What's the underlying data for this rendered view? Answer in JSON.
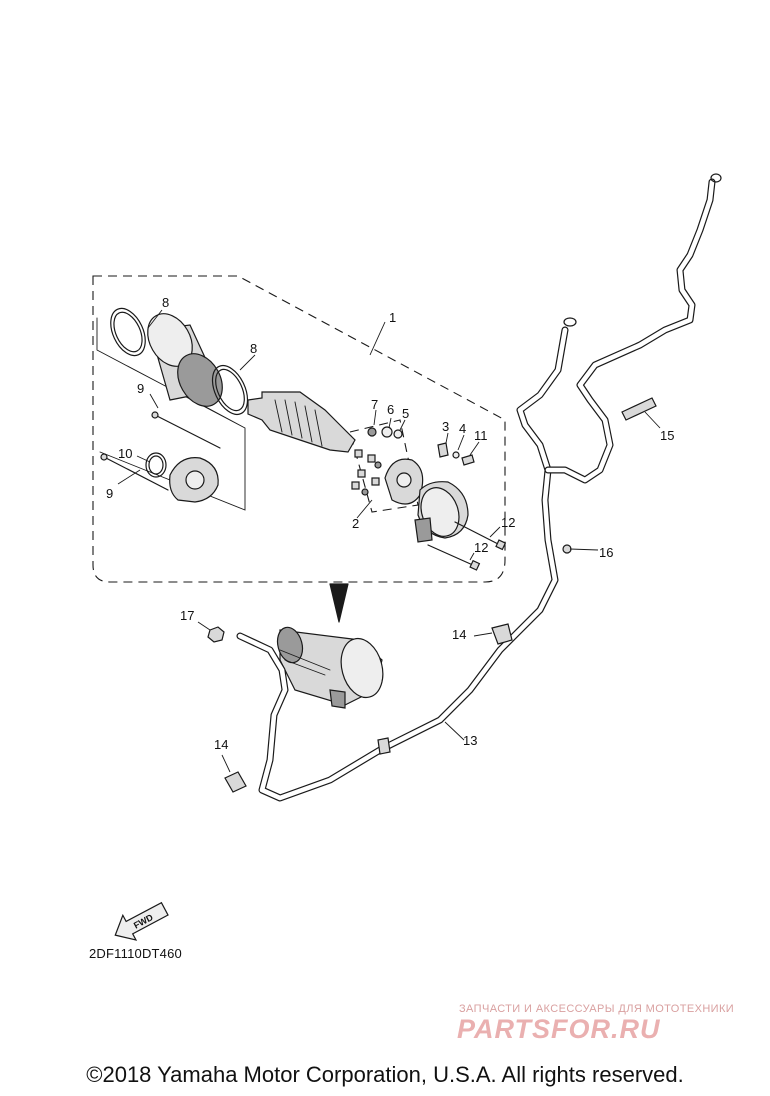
{
  "callouts": [
    "1",
    "2",
    "3",
    "4",
    "5",
    "6",
    "7",
    "8",
    "8",
    "9",
    "9",
    "10",
    "11",
    "12",
    "12",
    "13",
    "14",
    "14",
    "15",
    "16",
    "17"
  ],
  "fwd_label": "FWD",
  "diagram_code": "2DF1110DT460",
  "watermark": {
    "tagline": "ЗАПЧАСТИ И АКСЕССУАРЫ ДЛЯ МОТОТЕХНИКИ",
    "logo": "PARTSFOR.RU"
  },
  "copyright": "©2018 Yamaha Motor Corporation, U.S.A. All rights reserved."
}
